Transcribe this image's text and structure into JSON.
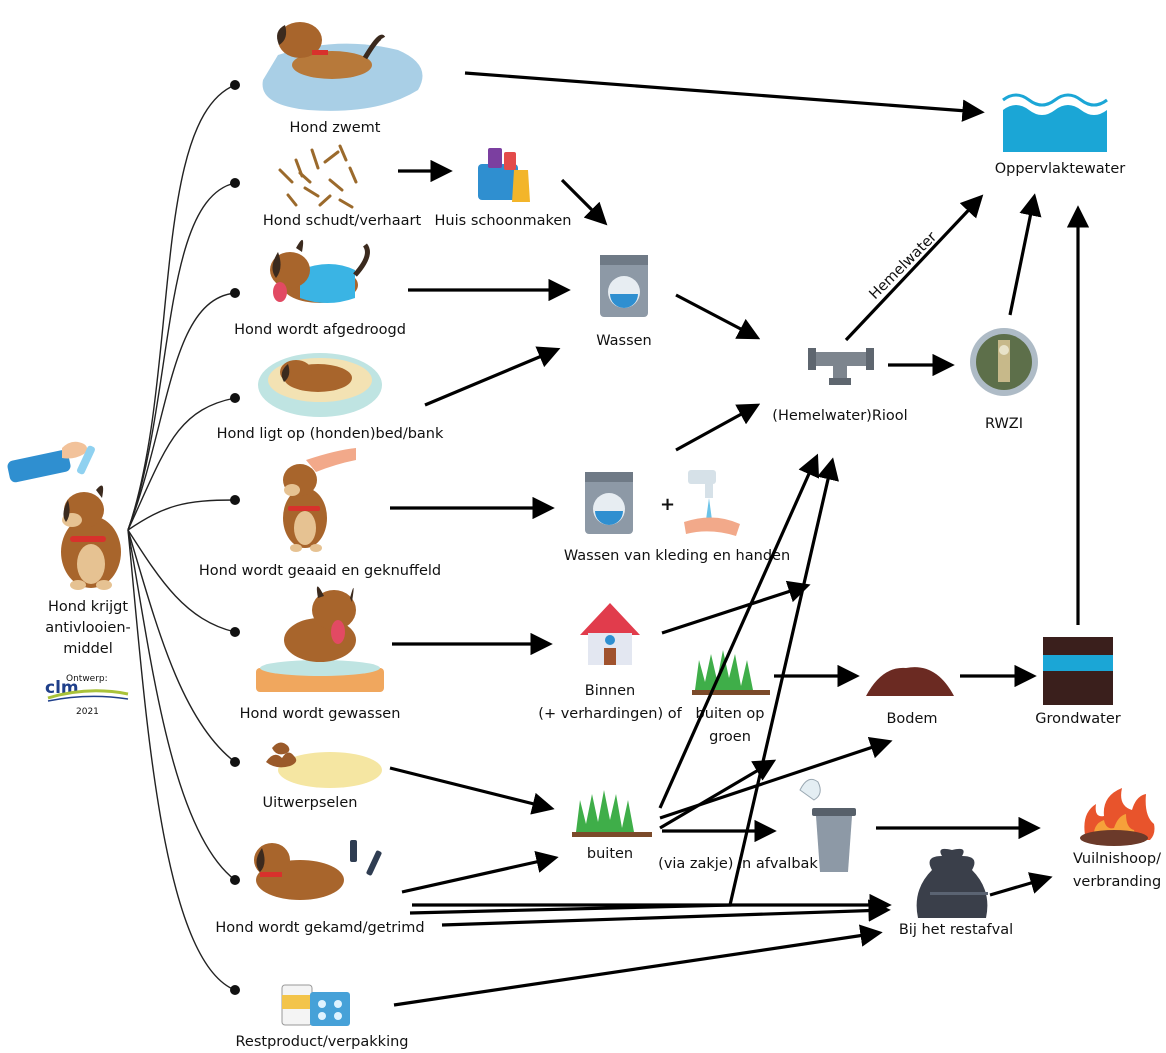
{
  "source": {
    "label_lines": [
      "Hond krijgt",
      "antivlooien-",
      "middel"
    ],
    "logo_text": "clm",
    "credit_label": "Ontwerp:",
    "credit_year": "2021"
  },
  "pathways": [
    {
      "id": "zwemt",
      "label": "Hond zwemt"
    },
    {
      "id": "schudt",
      "label": "Hond schudt/verhaart"
    },
    {
      "id": "afgedroogd",
      "label": "Hond wordt afgedroogd"
    },
    {
      "id": "bed",
      "label": "Hond ligt op (honden)bed/bank"
    },
    {
      "id": "geaaid",
      "label": "Hond wordt geaaid en geknuffeld"
    },
    {
      "id": "gewassen",
      "label": "Hond wordt gewassen"
    },
    {
      "id": "uitwerpselen",
      "label": "Uitwerpselen"
    },
    {
      "id": "gekamd",
      "label": "Hond wordt gekamd/getrimd"
    },
    {
      "id": "restproduct",
      "label": "Restproduct/verpakking"
    }
  ],
  "intermediates": {
    "huis_schoonmaken": "Huis schoonmaken",
    "wassen": "Wassen",
    "wassen_kleding": "Wassen van kleding en handen",
    "binnen_lines": [
      "Binnen",
      "(+ verhardingen) of"
    ],
    "buiten_op_groen_lines": [
      "buiten op",
      "groen"
    ],
    "buiten": "buiten",
    "afvalbak": "(via zakje) in afvalbak",
    "restafval": "Bij het restafval",
    "plus_sign": "+"
  },
  "destinations": {
    "oppervlaktewater": "Oppervlaktewater",
    "riool": "(Hemelwater)Riool",
    "rwzi": "RWZI",
    "bodem": "Bodem",
    "grondwater": "Grondwater",
    "vuilnishoop_lines": [
      "Vuilnishoop/",
      "verbranding"
    ],
    "hemelwater_edge": "Hemelwater"
  },
  "colors": {
    "water": "#1ba6d6",
    "dog_brown": "#a8652c",
    "grass": "#3fae49",
    "soil": "#6b2a22",
    "fire": "#e8542c"
  }
}
